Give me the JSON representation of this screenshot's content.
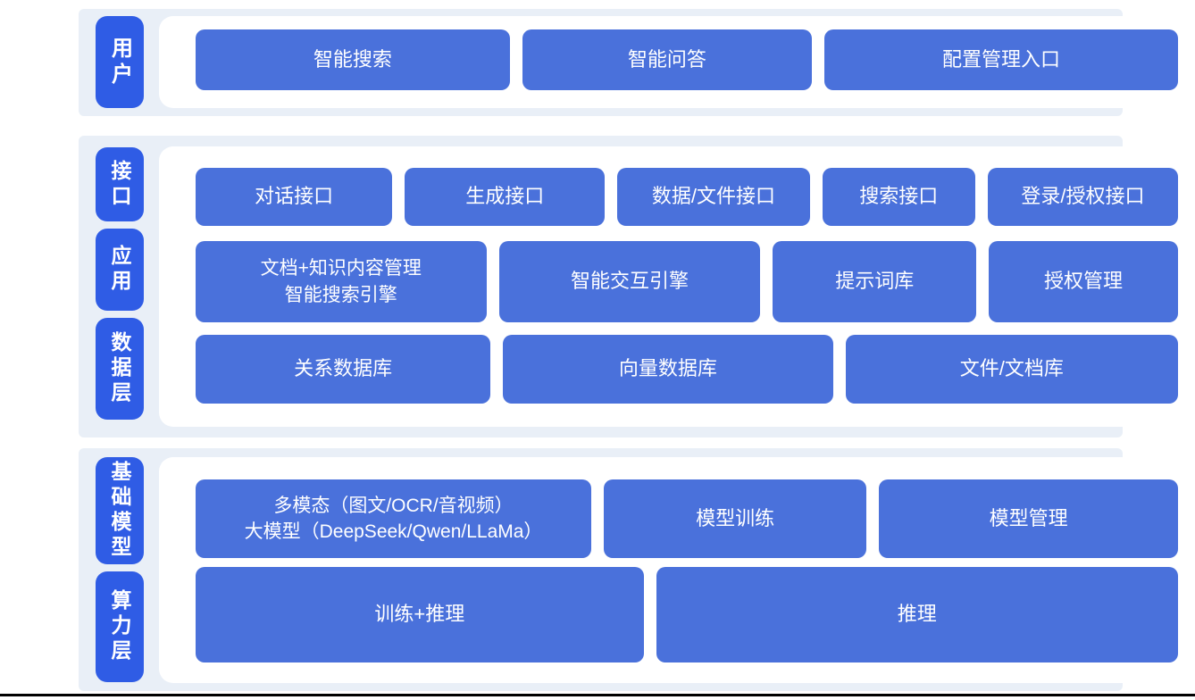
{
  "colors": {
    "side_label_blue": "#2f5ce5",
    "box_blue": "#4a71db",
    "band_background": "#e9eff7"
  },
  "sections": [
    {
      "side_labels": [
        {
          "text": "用户"
        }
      ],
      "rows": [
        {
          "items": [
            {
              "label": "智能搜索"
            },
            {
              "label": "智能问答"
            },
            {
              "label": "配置管理入口"
            }
          ]
        }
      ]
    },
    {
      "side_labels": [
        {
          "text": "接口"
        },
        {
          "text": "应用"
        },
        {
          "text": "数据层"
        }
      ],
      "rows": [
        {
          "items": [
            {
              "label": "对话接口"
            },
            {
              "label": "生成接口"
            },
            {
              "label": "数据/文件接口"
            },
            {
              "label": "搜索接口"
            },
            {
              "label": "登录/授权接口"
            }
          ]
        },
        {
          "items": [
            {
              "label": "文档+知识内容管理",
              "label2": "智能搜索引擎"
            },
            {
              "label": "智能交互引擎"
            },
            {
              "label": "提示词库"
            },
            {
              "label": "授权管理"
            }
          ]
        },
        {
          "items": [
            {
              "label": "关系数据库"
            },
            {
              "label": "向量数据库"
            },
            {
              "label": "文件/文档库"
            }
          ]
        }
      ]
    },
    {
      "side_labels": [
        {
          "text": "基础模型"
        },
        {
          "text": "算力层"
        }
      ],
      "rows": [
        {
          "items": [
            {
              "label": "多模态（图文/OCR/音视频）",
              "label2": "大模型（DeepSeek/Qwen/LLaMa）"
            },
            {
              "label": "模型训练"
            },
            {
              "label": "模型管理"
            }
          ]
        },
        {
          "items": [
            {
              "label": "训练+推理"
            },
            {
              "label": "推理"
            }
          ]
        }
      ]
    }
  ]
}
